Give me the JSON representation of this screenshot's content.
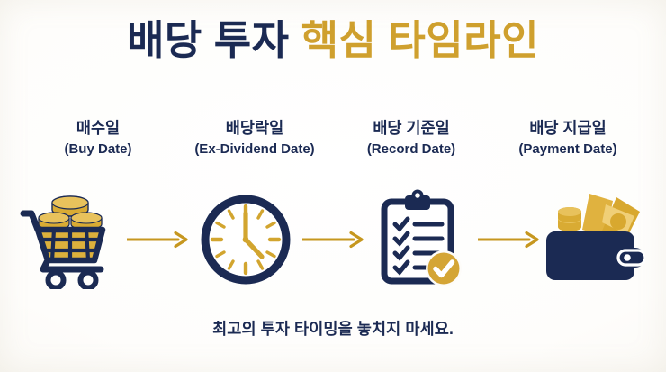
{
  "title": {
    "part_navy": "배당 투자 ",
    "part_gold": "핵심 타임라인",
    "full": "배당 투자 핵심 타임라인"
  },
  "colors": {
    "navy": "#1b2a53",
    "gold": "#cfa02e",
    "gold_deep": "#c6971f",
    "background": "#fdfcf9",
    "white": "#ffffff"
  },
  "steps": [
    {
      "id": "buy-date",
      "title_ko": "매수일",
      "title_en": "(Buy Date)",
      "icon": "shopping-cart-with-coins-icon"
    },
    {
      "id": "ex-dividend-date",
      "title_ko": "배당락일",
      "title_en": "(Ex-Dividend Date)",
      "icon": "clock-icon"
    },
    {
      "id": "record-date",
      "title_ko": "배당 기준일",
      "title_en": "(Record Date)",
      "icon": "clipboard-checklist-icon"
    },
    {
      "id": "payment-date",
      "title_ko": "배당 지급일",
      "title_en": "(Payment Date)",
      "icon": "wallet-with-money-icon"
    }
  ],
  "arrows": [
    {
      "id": "arrow-1",
      "icon": "arrow-right-icon"
    },
    {
      "id": "arrow-2",
      "icon": "arrow-right-icon"
    },
    {
      "id": "arrow-3",
      "icon": "arrow-right-icon"
    }
  ],
  "caption": "최고의 투자 타이밍을 놓치지 마세요."
}
